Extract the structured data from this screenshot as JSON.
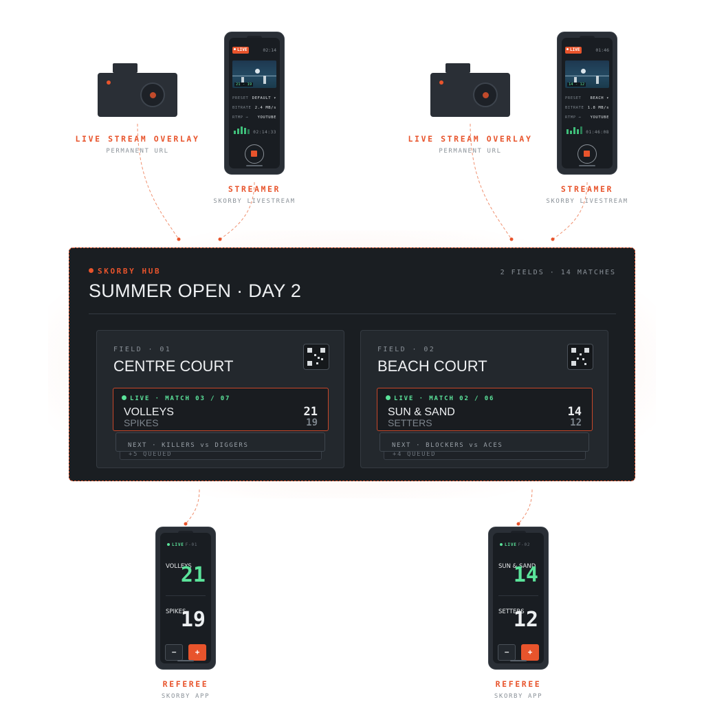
{
  "colors": {
    "accent": "#e8542c",
    "live_green": "#5be39a",
    "panel": "#1a1e22",
    "card": "#23282d",
    "muted": "#8a9198"
  },
  "sources": [
    {
      "overlay": {
        "title": "LIVE STREAM OVERLAY",
        "subtitle": "PERMANENT URL",
        "icon": "camera-icon"
      },
      "streamer": {
        "title": "STREAMER",
        "subtitle": "SKORBY LIVESTREAM",
        "live_badge": "LIVE",
        "time": "02:14",
        "preview_score": "21 - 19",
        "preset_key": "PRESET",
        "preset_value": "DEFAULT ▾",
        "bitrate_key": "BITRATE",
        "bitrate_value": "2.4 MB/s",
        "rtmp_key": "RTMP →",
        "rtmp_value": "YOUTUBE",
        "clock": "02:14:33",
        "level_bars": [
          0.45,
          0.7,
          0.9,
          0.75,
          0.55
        ]
      }
    },
    {
      "overlay": {
        "title": "LIVE STREAM OVERLAY",
        "subtitle": "PERMANENT URL",
        "icon": "camera-icon"
      },
      "streamer": {
        "title": "STREAMER",
        "subtitle": "SKORBY LIVESTREAM",
        "live_badge": "LIVE",
        "time": "01:46",
        "preview_score": "14 - 12",
        "preset_key": "PRESET",
        "preset_value": "BEACH ▾",
        "bitrate_key": "BITRATE",
        "bitrate_value": "1.8 MB/s",
        "rtmp_key": "RTMP →",
        "rtmp_value": "YOUTUBE",
        "clock": "01:46:08",
        "level_bars": [
          0.6,
          0.45,
          0.8,
          0.55,
          0.9
        ]
      }
    }
  ],
  "hub": {
    "brand": "SKORBY HUB",
    "meta": "2 FIELDS · 14 MATCHES",
    "title": "SUMMER OPEN · DAY 2",
    "fields": [
      {
        "label": "FIELD · 01",
        "name": "CENTRE COURT",
        "live_line": "LIVE · MATCH 03 / 07",
        "team_a": "VOLLEYS",
        "team_b": "SPIKES",
        "score_a": "21",
        "score_b": "19",
        "next": "NEXT · KILLERS vs DIGGERS",
        "queued": "+5 QUEUED"
      },
      {
        "label": "FIELD · 02",
        "name": "BEACH COURT",
        "live_line": "LIVE · MATCH 02 / 06",
        "team_a": "SUN & SAND",
        "team_b": "SETTERS",
        "score_a": "14",
        "score_b": "12",
        "next": "NEXT · BLOCKERS vs ACES",
        "queued": "+4 QUEUED"
      }
    ]
  },
  "referees": [
    {
      "title": "REFEREE",
      "subtitle": "SKORBY APP",
      "live": "LIVE",
      "field": "F-01",
      "team_a": "VOLLEYS",
      "score_a": "21",
      "team_b": "SPIKES",
      "score_b": "19",
      "minus": "−",
      "plus": "+"
    },
    {
      "title": "REFEREE",
      "subtitle": "SKORBY APP",
      "live": "LIVE",
      "field": "F-02",
      "team_a": "SUN & SAND",
      "score_a": "14",
      "team_b": "SETTERS",
      "score_b": "12",
      "minus": "−",
      "plus": "+"
    }
  ]
}
